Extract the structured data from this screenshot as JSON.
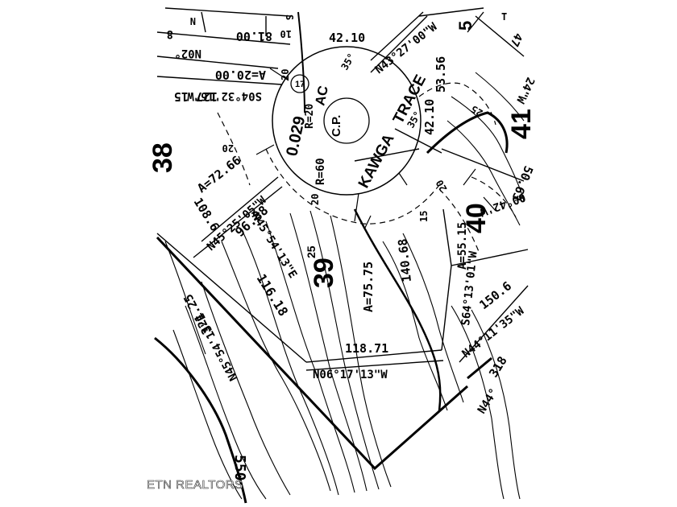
{
  "lots": {
    "lot_38": "38",
    "lot_39": "39",
    "lot_39_sub": "25",
    "lot_40": "40",
    "lot_41": "41",
    "lot_5": "5",
    "lot_17": "17"
  },
  "street": {
    "name_1": "KAWGA",
    "name_2": "TRACE",
    "cul_de_sac": "C.P."
  },
  "area": {
    "acreage": "0.029",
    "unit": "AC"
  },
  "bearings": {
    "b1": "N45°25'05\"W",
    "b2": "N45°54'13\"E",
    "b3": "N45°54'13\"E",
    "b4": "S04°32'16\"W",
    "b5": "N43°27'00\"W",
    "b6": "S64°13'01\"W",
    "b7": "N06°17'13\"W",
    "b8": "N44°11'35\"W",
    "b9": "N02°",
    "b10": "00°42'W",
    "b11": "N44°",
    "b12": "24\"W"
  },
  "distances": {
    "d1": "127.15",
    "d2": "96.88",
    "d3": "116.18",
    "d4": "108.6",
    "d5": "321.25",
    "d6": "118.71",
    "d7": "140.68",
    "d8": "150.6",
    "d9": "42.10",
    "d10": "42.10",
    "d11": "53.56",
    "d12": "50.63",
    "d13": "81.00",
    "d14": "318",
    "d15": "8",
    "d16": "47"
  },
  "curves": {
    "arc1": "A=20.00",
    "arc2": "A=72.66",
    "arc3": "A=75.75",
    "arc4": "A=55.15",
    "radius1": "R=60",
    "radius2": "R=20",
    "angle1": "35°",
    "angle2": "35°"
  },
  "small_labels": {
    "s1": "20",
    "s2": "20",
    "s3": "20",
    "s4": "25",
    "s5": "15",
    "s6": "20",
    "s7": "10",
    "s8": "S",
    "s9": "N",
    "s10": "T"
  },
  "contour": {
    "elevation": "550"
  },
  "watermark": {
    "text": "ETN REALTORS"
  }
}
